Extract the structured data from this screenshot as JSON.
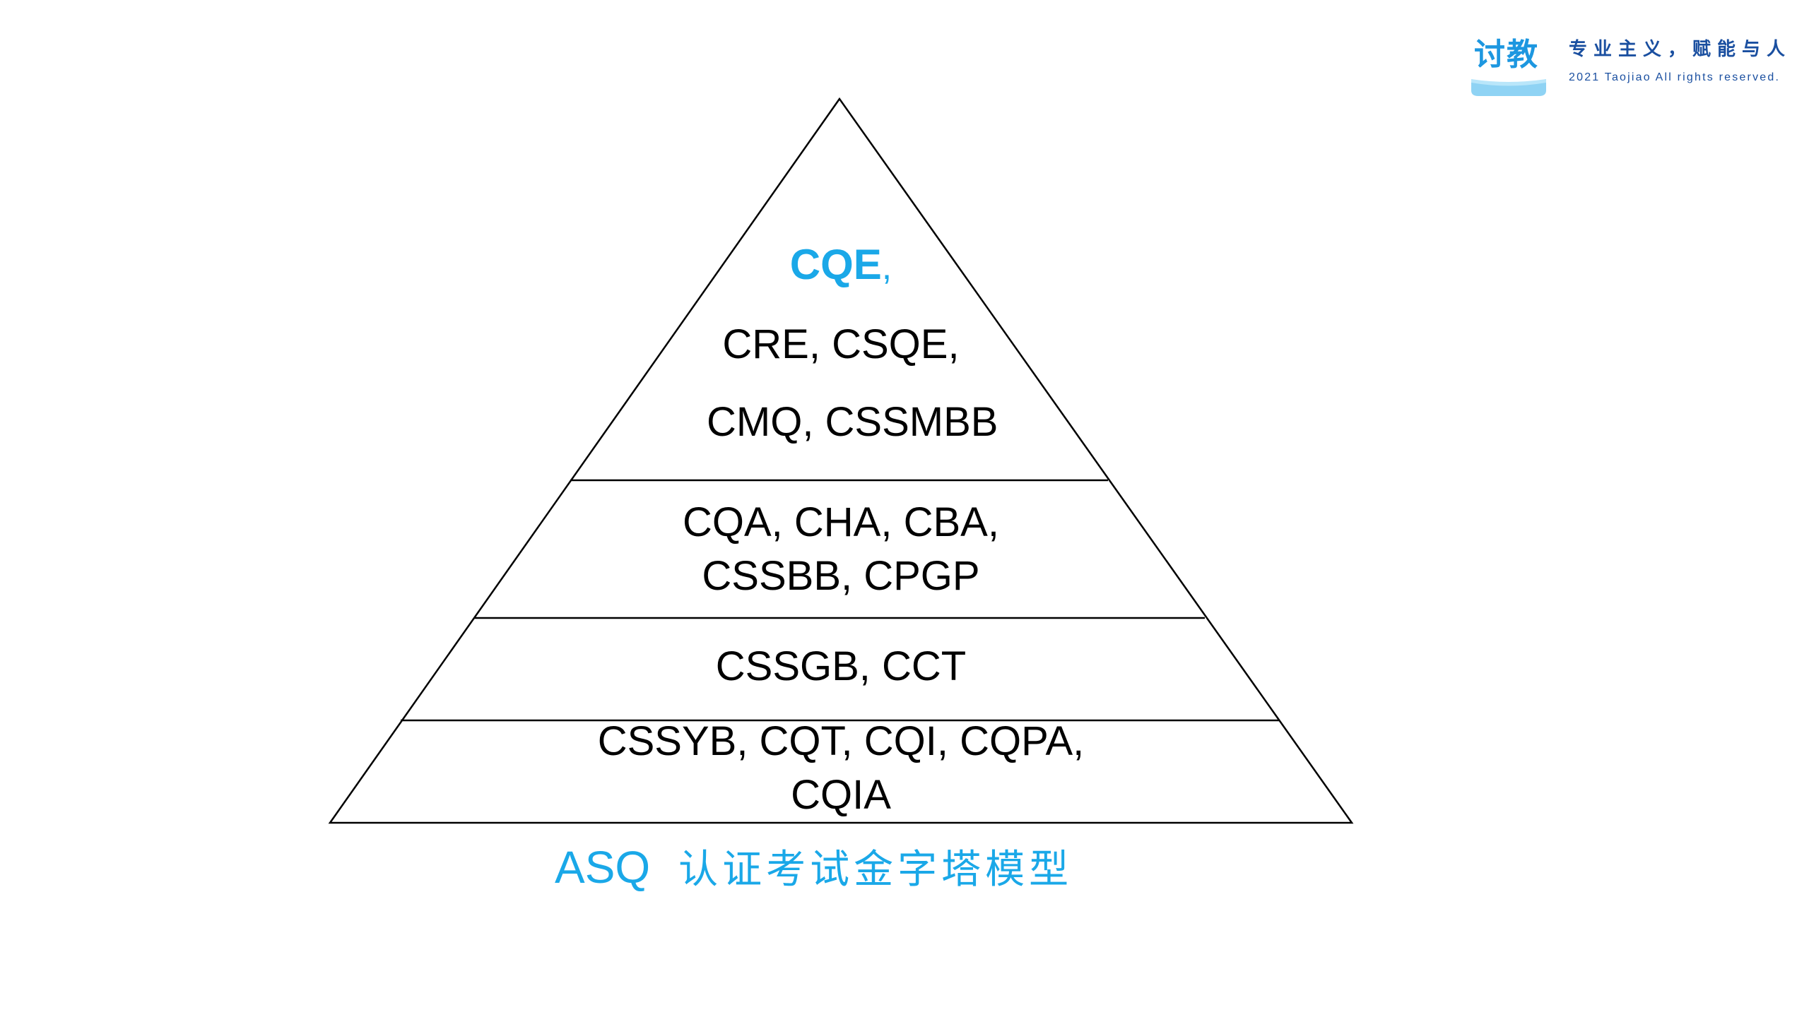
{
  "brand": {
    "logo_text": "讨教",
    "slogan": "专业主义，赋能与人",
    "copyright": "2021 Taojiao All rights reserved."
  },
  "pyramid": {
    "tiers": [
      {
        "lines": [
          "CQE",
          "CRE, CSQE,",
          "CMQ, CSSMBB"
        ],
        "highlight": "CQE",
        "highlight_suffix": ","
      },
      {
        "lines": [
          "CQA, CHA, CBA,",
          "CSSBB, CPGP"
        ]
      },
      {
        "lines": [
          "CSSGB, CCT"
        ]
      },
      {
        "lines": [
          "CSSYB, CQT, CQI, CQPA,",
          "CQIA"
        ]
      }
    ]
  },
  "caption": {
    "asq": "ASQ",
    "text": "认证考试金字塔模型"
  },
  "colors": {
    "highlight": "#1aa8e8",
    "brand_blue": "#1a4fa0",
    "logo_blue": "#1d97e0",
    "line": "#000000",
    "text": "#000000"
  }
}
